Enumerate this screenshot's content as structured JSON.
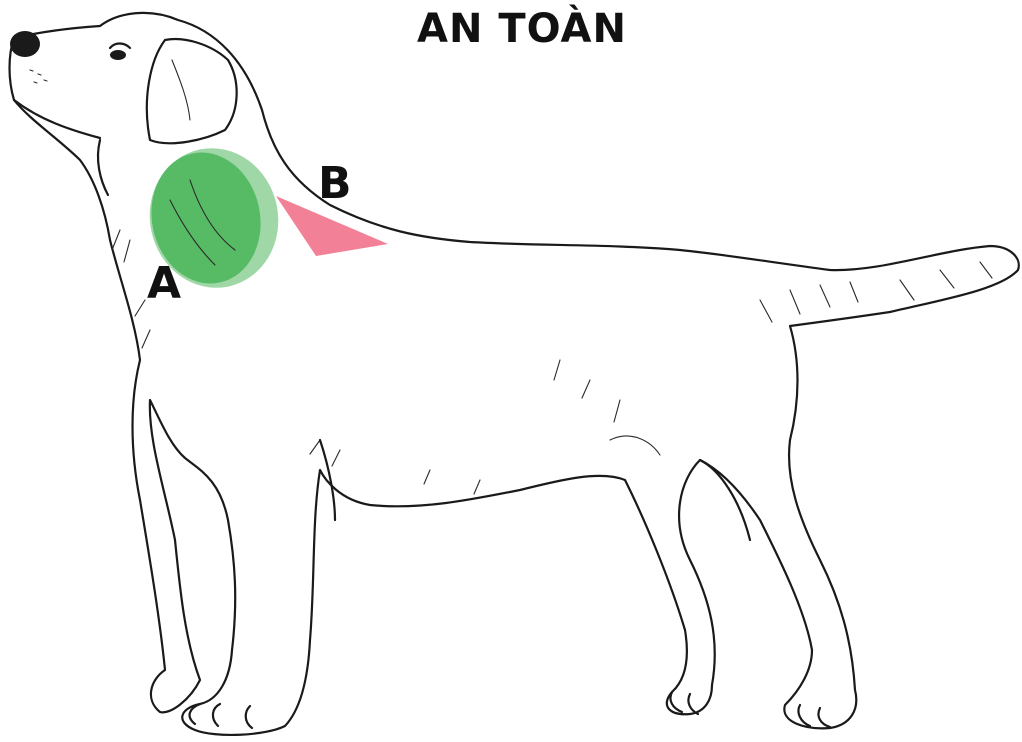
{
  "title": "AN TOÀN",
  "zones": {
    "a": {
      "label": "A",
      "color": "#3fb04f"
    },
    "b": {
      "label": "B",
      "color": "#f06a85"
    }
  }
}
